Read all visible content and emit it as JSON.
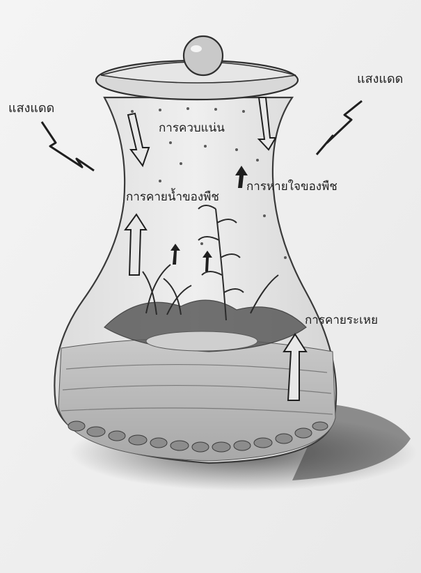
{
  "labels": {
    "sunlight_left": "แสงแดด",
    "sunlight_right": "แสงแดด",
    "condensation": "การควบแน่น",
    "respiration": "การหายใจของพืช",
    "transpiration": "การคายน้ำของพืช",
    "evaporation": "การคายระเหย"
  },
  "colors": {
    "paper": "#f2f2f2",
    "pencil": "#3a3a3a",
    "shade": "#9a9a9a",
    "ink": "#1e1e1e"
  }
}
